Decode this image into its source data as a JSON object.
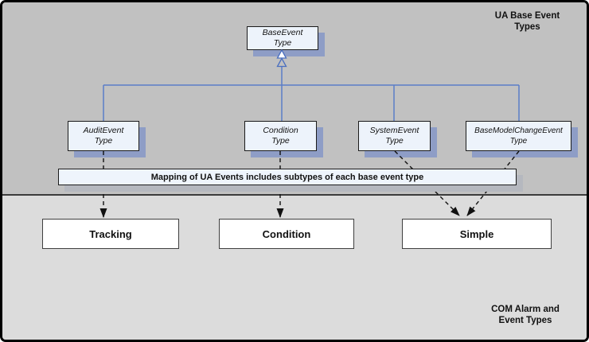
{
  "diagram": {
    "regions": {
      "top_label": "UA Base Event\nTypes",
      "bottom_label": "COM  Alarm and\nEvent Types"
    },
    "nodes": {
      "base_event": {
        "line1": "BaseEvent",
        "line2": "Type"
      },
      "audit_event": {
        "line1": "AuditEvent",
        "line2": "Type"
      },
      "condition_type": {
        "line1": "Condition",
        "line2": "Type"
      },
      "system_event": {
        "line1": "SystemEvent",
        "line2": "Type"
      },
      "base_model_change": {
        "line1": "BaseModelChangeEvent",
        "line2": "Type"
      }
    },
    "mapping_note": "Mapping of UA Events includes subtypes of each base event type",
    "com_nodes": {
      "tracking": "Tracking",
      "condition": "Condition",
      "simple": "Simple"
    },
    "colors": {
      "top_region_bg": "#c1c1c1",
      "bottom_region_bg": "#dcdcdc",
      "node_fill": "#edf3fb",
      "node_shadow": "#8e9dc6",
      "inheritance_line": "#5b7ec7",
      "mapping_arrow": "#111111",
      "com_node_fill": "#ffffff"
    }
  }
}
